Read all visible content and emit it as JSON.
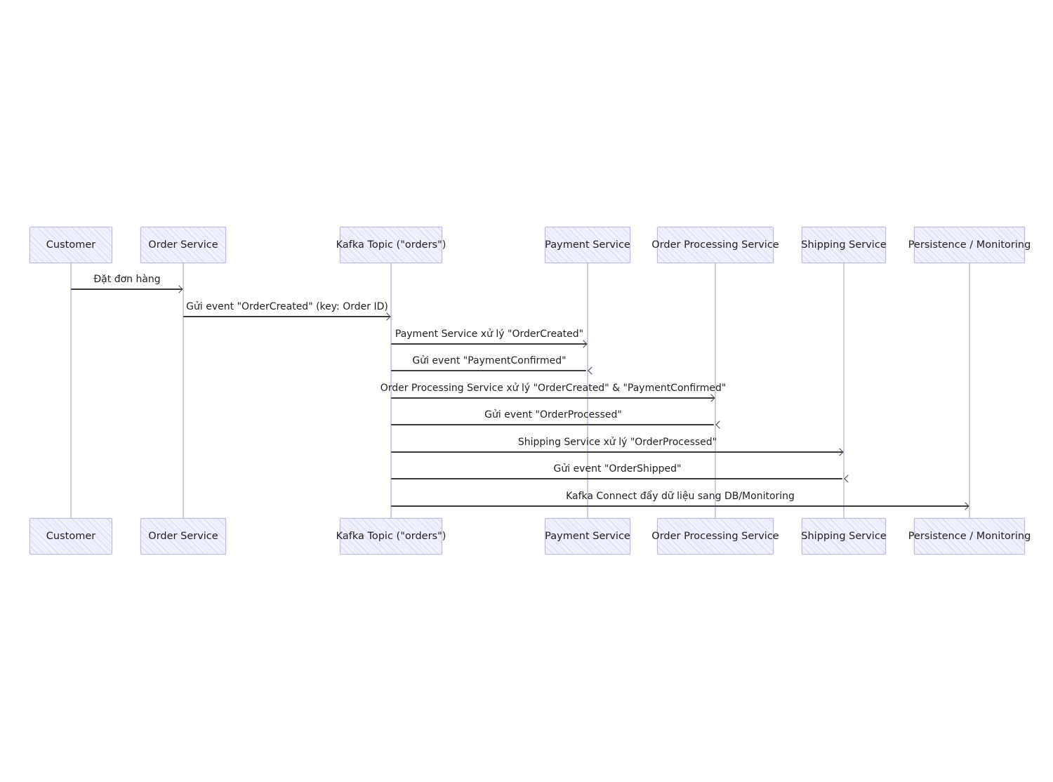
{
  "diagram": {
    "type": "sequence",
    "participants": [
      {
        "id": "customer",
        "label": "Customer"
      },
      {
        "id": "order-service",
        "label": "Order Service"
      },
      {
        "id": "kafka-topic",
        "label": "Kafka Topic (\"orders\")"
      },
      {
        "id": "payment-service",
        "label": "Payment Service"
      },
      {
        "id": "order-processing-service",
        "label": "Order Processing Service"
      },
      {
        "id": "shipping-service",
        "label": "Shipping Service"
      },
      {
        "id": "persistence-monitoring",
        "label": "Persistence / Monitoring"
      }
    ],
    "messages": [
      {
        "from": "customer",
        "to": "order-service",
        "text": "Đặt đơn hàng"
      },
      {
        "from": "order-service",
        "to": "kafka-topic",
        "text": "Gửi event \"OrderCreated\" (key: Order ID)"
      },
      {
        "from": "kafka-topic",
        "to": "payment-service",
        "text": "Payment Service xử lý \"OrderCreated\""
      },
      {
        "from": "payment-service",
        "to": "kafka-topic",
        "text": "Gửi event \"PaymentConfirmed\""
      },
      {
        "from": "kafka-topic",
        "to": "order-processing-service",
        "text": "Order Processing Service xử lý \"OrderCreated\" & \"PaymentConfirmed\""
      },
      {
        "from": "order-processing-service",
        "to": "kafka-topic",
        "text": "Gửi event \"OrderProcessed\""
      },
      {
        "from": "kafka-topic",
        "to": "shipping-service",
        "text": "Shipping Service xử lý \"OrderProcessed\""
      },
      {
        "from": "shipping-service",
        "to": "kafka-topic",
        "text": "Gửi event \"OrderShipped\""
      },
      {
        "from": "kafka-topic",
        "to": "persistence-monitoring",
        "text": "Kafka Connect đẩy dữ liệu sang DB/Monitoring"
      }
    ],
    "colors": {
      "actor_fill": "#ECECFF",
      "actor_border": "#BBBBDD",
      "lifeline": "#CCCCE8",
      "message_line": "#3B3B3B",
      "text": "#1F1F1F"
    }
  }
}
